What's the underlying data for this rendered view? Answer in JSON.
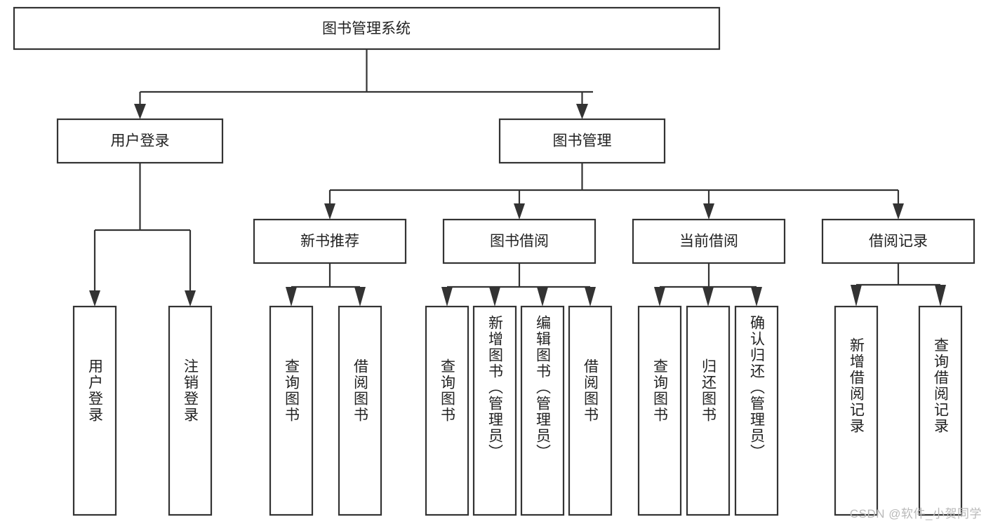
{
  "diagram": {
    "title": "图书管理系统",
    "type": "tree-hierarchy",
    "watermark": "CSDN @软件_小贺同学",
    "colors": {
      "box_stroke": "#333333",
      "box_fill": "#ffffff",
      "text": "#222222",
      "watermark": "#b9b9b9",
      "background": "#ffffff"
    },
    "root": {
      "label": "图书管理系统",
      "orientation": "horizontal"
    },
    "level2": [
      {
        "label": "用户登录",
        "orientation": "horizontal"
      },
      {
        "label": "图书管理",
        "orientation": "horizontal"
      }
    ],
    "level3": [
      {
        "label": "新书推荐",
        "orientation": "horizontal",
        "parent": "图书管理"
      },
      {
        "label": "图书借阅",
        "orientation": "horizontal",
        "parent": "图书管理"
      },
      {
        "label": "当前借阅",
        "orientation": "horizontal",
        "parent": "图书管理"
      },
      {
        "label": "借阅记录",
        "orientation": "horizontal",
        "parent": "图书管理"
      }
    ],
    "leaves": {
      "用户登录": [
        {
          "label": "用户登录",
          "orientation": "vertical"
        },
        {
          "label": "注销登录",
          "orientation": "vertical"
        }
      ],
      "新书推荐": [
        {
          "label": "查询图书",
          "orientation": "vertical"
        },
        {
          "label": "借阅图书",
          "orientation": "vertical"
        }
      ],
      "图书借阅": [
        {
          "label": "查询图书",
          "orientation": "vertical"
        },
        {
          "label": "新增图书（管理员）",
          "orientation": "vertical"
        },
        {
          "label": "编辑图书（管理员）",
          "orientation": "vertical"
        },
        {
          "label": "借阅图书",
          "orientation": "vertical"
        }
      ],
      "当前借阅": [
        {
          "label": "查询图书",
          "orientation": "vertical"
        },
        {
          "label": "归还图书",
          "orientation": "vertical"
        },
        {
          "label": "确认归还（管理员）",
          "orientation": "vertical"
        }
      ],
      "借阅记录": [
        {
          "label": "新增借阅记录",
          "orientation": "vertical"
        },
        {
          "label": "查询借阅记录",
          "orientation": "vertical"
        }
      ]
    }
  }
}
